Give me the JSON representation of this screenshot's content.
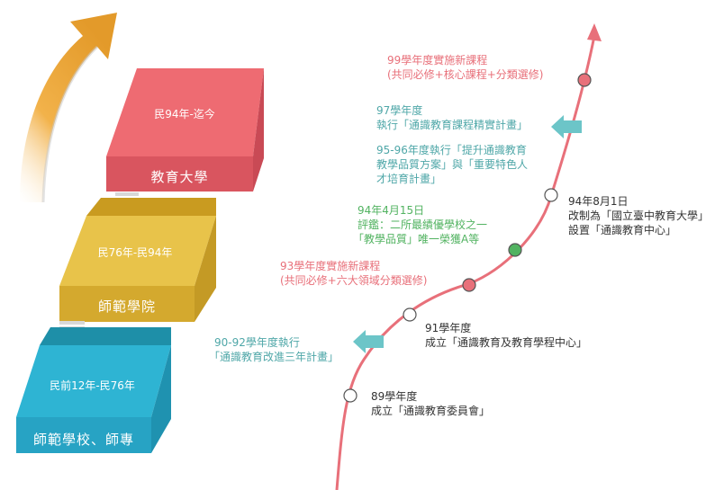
{
  "stages": [
    {
      "period": "民94年-迄今",
      "name": "教育大學"
    },
    {
      "period": "民76年-民94年",
      "name": "師範學院"
    },
    {
      "period": "民前12年-民76年",
      "name": "師範學校、師專"
    }
  ],
  "timeline": [
    {
      "title": "99學年度實施新課程",
      "detail": "(共同必修+核心課程+分類選修)"
    },
    {
      "title": "97學年度",
      "detail": "執行「通識教育課程精實計畫」"
    },
    {
      "title": "95-96年度執行「提升通識教育",
      "detail": "教學品質方案」與「重要特色人",
      "detail2": "才培育計畫」"
    },
    {
      "title": "94年8月1日",
      "detail": "改制為「國立臺中教育大學」",
      "detail2": "設置「通識教育中心」"
    },
    {
      "title": "94年4月15日",
      "detail": "評鑑：二所最績優學校之一",
      "detail2": "「教學品質」唯一榮獲A等"
    },
    {
      "title": "93學年度實施新課程",
      "detail": "(共同必修+六大領域分類選修)"
    },
    {
      "title": "91學年度",
      "detail": "成立「通識教育及教育學程中心」"
    },
    {
      "title": "90-92學年度執行",
      "detail": "「通識教育改進三年計畫」"
    },
    {
      "title": "89學年度",
      "detail": "成立「通識教育委員會」"
    }
  ],
  "colors": {
    "red": "#e8707a",
    "teal": "#4fa7a8",
    "green": "#52b361",
    "dark": "#333333",
    "block_top_red": "#ee6b72",
    "block_front_red": "#d9555f",
    "block_top_yellow": "#e8c34a",
    "block_front_yellow": "#d4a92e",
    "block_top_blue": "#2eb4d3",
    "block_front_blue": "#27a3c4"
  }
}
